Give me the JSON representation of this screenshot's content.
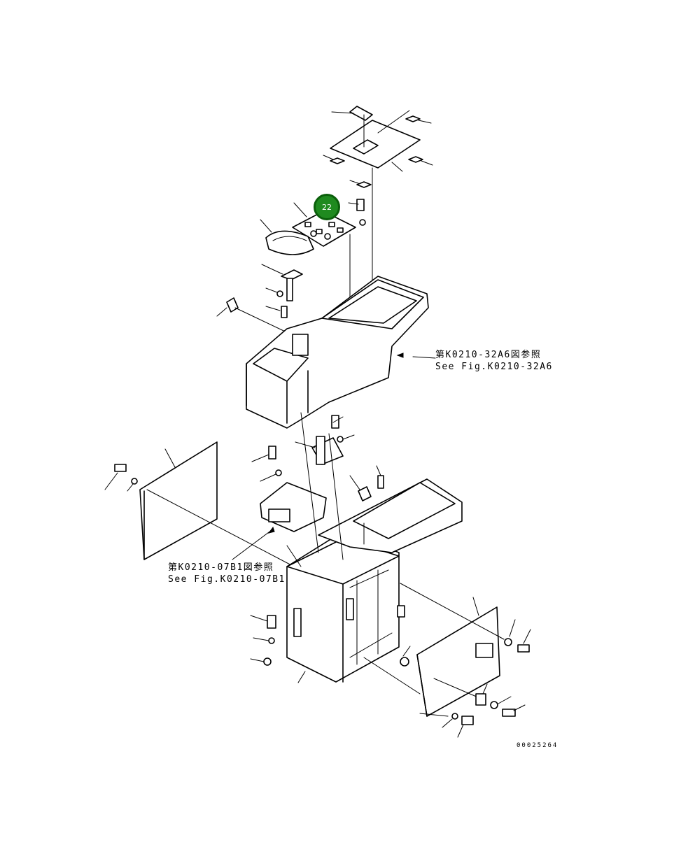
{
  "diagram": {
    "callout_badge": {
      "label": "22",
      "color": "#1f8a1f",
      "border": "#0b5f0b"
    },
    "references": [
      {
        "jp": "第K0210-32A6図参照",
        "en": "See Fig.K0210-32A6"
      },
      {
        "jp": "第K0210-07B1図参照",
        "en": "See Fig.K0210-07B1"
      }
    ],
    "drawing_code": "00025264"
  }
}
